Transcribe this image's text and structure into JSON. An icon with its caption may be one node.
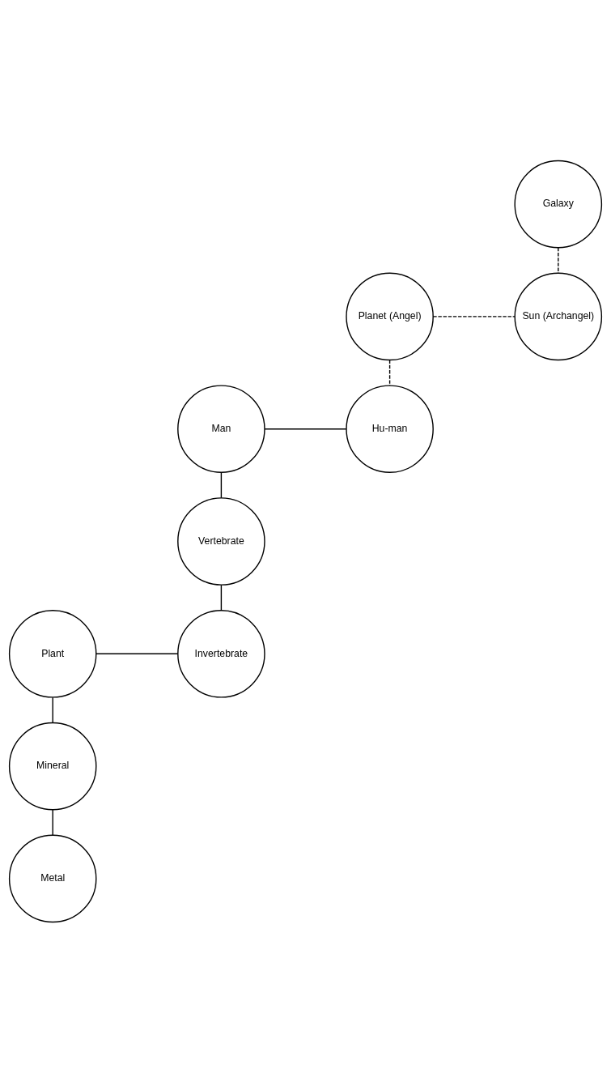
{
  "diagram": {
    "nodes": [
      {
        "text": [
          "Galaxy"
        ]
      },
      {
        "text": [
          "Planet (Angel)"
        ]
      },
      {
        "text": [
          "Sun (Archangel)"
        ]
      },
      {
        "text": [
          "Man"
        ]
      },
      {
        "text": [
          "Hu-man"
        ]
      },
      {
        "text": [
          "Vertebrate"
        ]
      },
      {
        "text": [
          "Plant"
        ]
      },
      {
        "text": [
          "Invertebrate"
        ]
      },
      {
        "text": [
          "Mineral"
        ]
      },
      {
        "text": [
          "Metal"
        ]
      }
    ],
    "edges": [
      {
        "from": 0,
        "to": 2,
        "arrow": "none",
        "style": "dashed"
      },
      {
        "from": 1,
        "to": 2,
        "arrow": "none",
        "style": "dashed"
      },
      {
        "from": 1,
        "to": 4,
        "arrow": "none",
        "style": "dashed"
      },
      {
        "from": 3,
        "to": 4,
        "arrow": "none"
      },
      {
        "from": 3,
        "to": 5,
        "arrow": "none"
      },
      {
        "from": 5,
        "to": 7,
        "arrow": "none"
      },
      {
        "from": 6,
        "to": 7,
        "arrow": "none"
      },
      {
        "from": 6,
        "to": 8,
        "arrow": "none"
      },
      {
        "from": 8,
        "to": 9,
        "arrow": "none"
      }
    ]
  }
}
